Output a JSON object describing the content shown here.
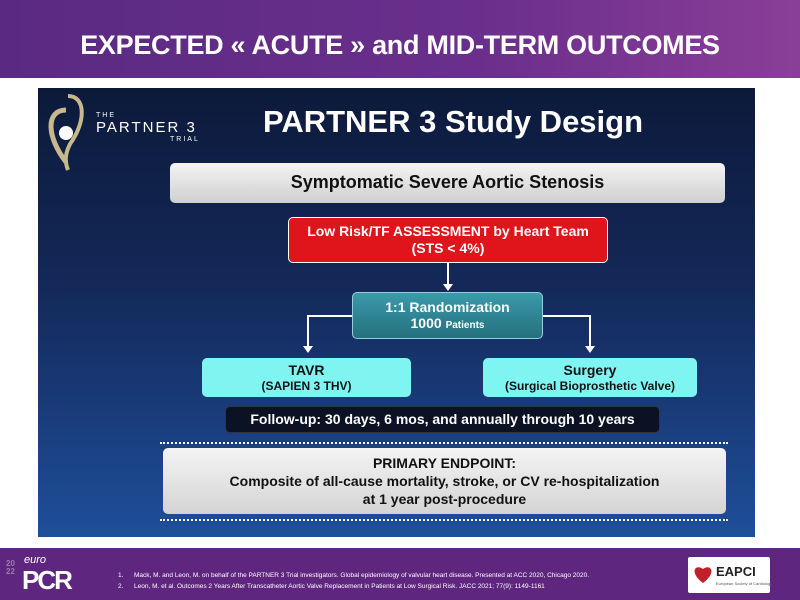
{
  "header": {
    "title": "EXPECTED « ACUTE » and MID-TERM OUTCOMES"
  },
  "slide": {
    "logo": {
      "the": "THE",
      "name": "PARTNER 3",
      "trial": "TRIAL"
    },
    "title": "PARTNER 3 Study Design",
    "population": "Symptomatic Severe Aortic Stenosis",
    "assessment": {
      "line1": "Low Risk/TF ASSESSMENT by Heart Team",
      "line2": "(STS < 4%)"
    },
    "randomization": {
      "line1": "1:1 Randomization",
      "count": "1000",
      "unit": "Patients"
    },
    "arms": [
      {
        "name": "TAVR",
        "detail": "(SAPIEN 3 THV)"
      },
      {
        "name": "Surgery",
        "detail": "(Surgical Bioprosthetic Valve)"
      }
    ],
    "followup": "Follow-up: 30 days, 6 mos, and annually through 10 years",
    "endpoint": {
      "title": "PRIMARY ENDPOINT:",
      "line1": "Composite of all-cause mortality, stroke, or CV re-hospitalization",
      "line2": "at 1 year post-procedure"
    }
  },
  "footer": {
    "brand": {
      "year": "2022",
      "euro": "euro",
      "pcr": "PCR"
    },
    "references": [
      {
        "n": "1.",
        "text": "Mack, M. and Leon, M. on behalf of the PARTNER 3 Trial investigators. Global epidemiology of valvular heart disease. Presented at ACC 2020, Chicago 2020."
      },
      {
        "n": "2.",
        "text": "Leon, M. et al. Outcomes 2 Years After Transcatheter Aortic Valve Replacement in Patients at Low Surgical Risk. JACC 2021; 77(9): 1149-1161"
      }
    ],
    "partner_logo": {
      "name": "EAPCI",
      "sub": "European Society of Cardiology"
    }
  },
  "colors": {
    "purple": "#5f2680",
    "red": "#e0141b",
    "teal": "#2f8a99",
    "cyan": "#7ff5f2"
  }
}
